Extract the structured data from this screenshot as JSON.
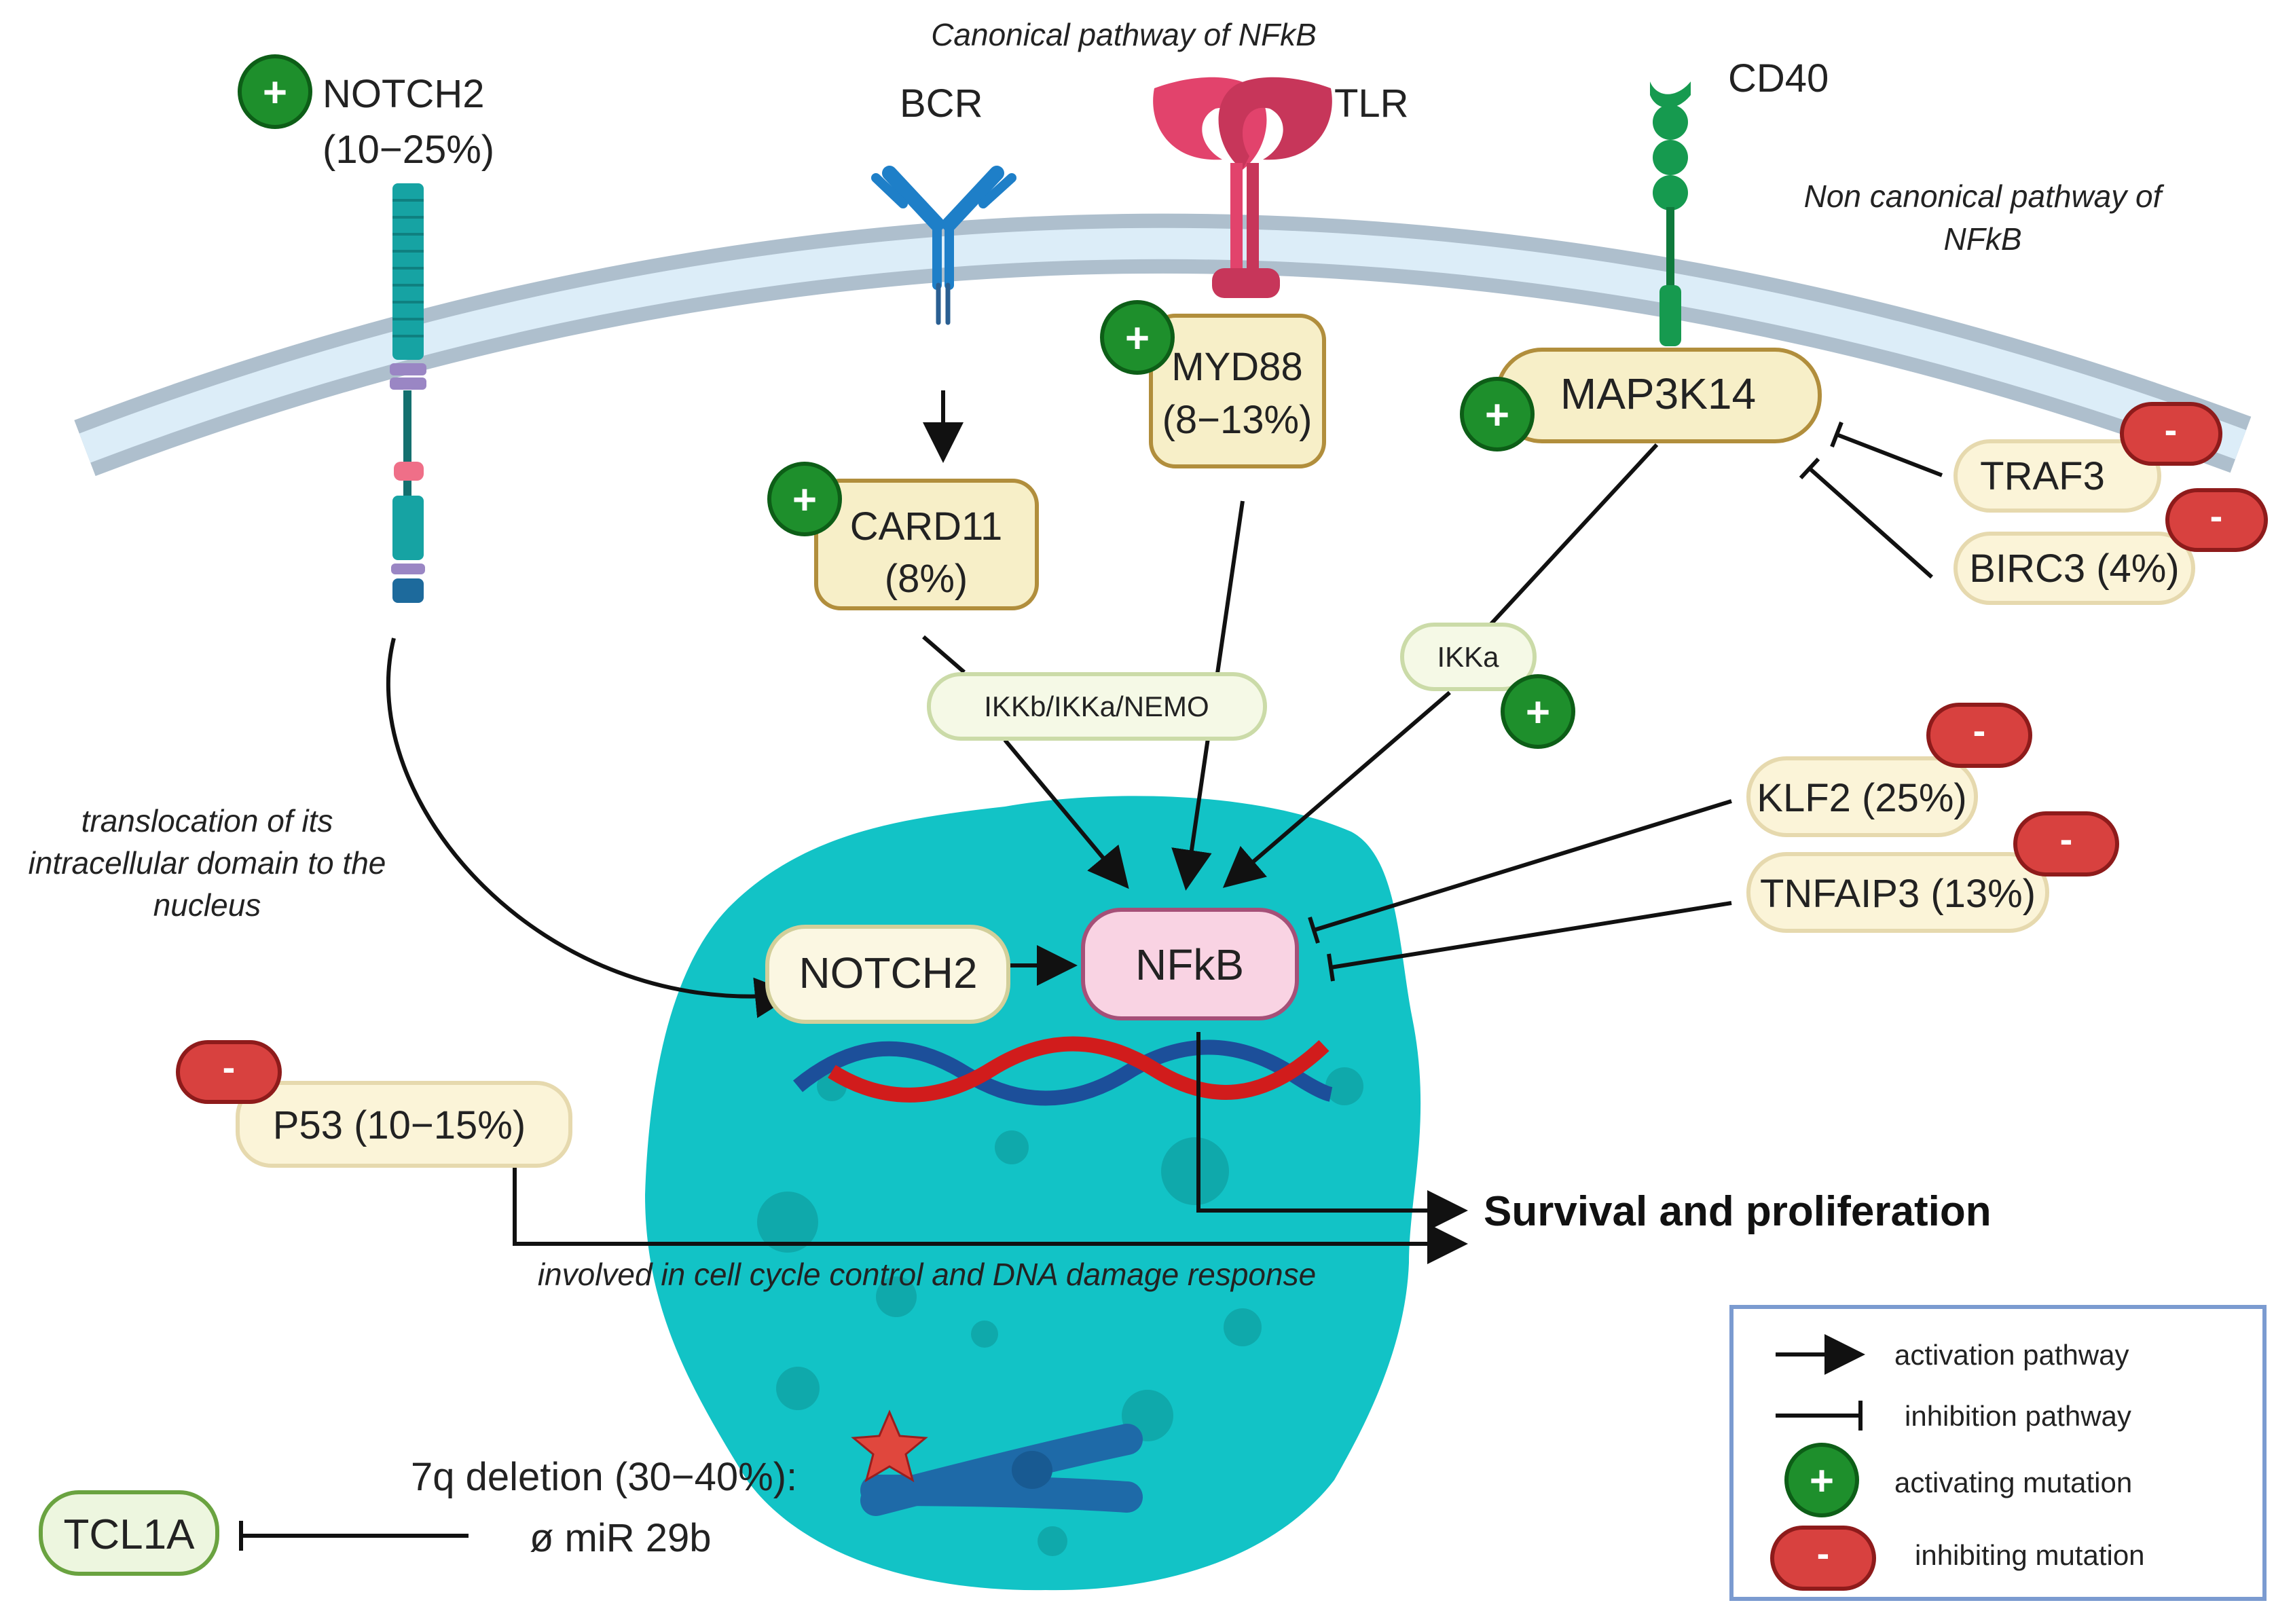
{
  "colors": {
    "activating": "#1e8f2c",
    "inhibiting": "#d8413f",
    "nucleus": "#12c3c6",
    "membrane": "#aebfcd",
    "box_fill": "#fbf4d8",
    "box_border": "#d8c79a",
    "legend_border": "#7b9bd0"
  },
  "annotations": {
    "canonical": "Canonical pathway of  NFkB",
    "noncanonical_line1": "Non canonical  pathway of",
    "noncanonical_line2": "NFkB",
    "translocation_line1": "translocation of its",
    "translocation_line2": "intracellular domain to the",
    "translocation_line3": "nucleus",
    "p53_role": "involved in  cell cycle control and DNA damage response",
    "outcome": "Survival and proliferation",
    "deletion_line1": "7q deletion (30−40%):",
    "deletion_line2": "ø miR 29b"
  },
  "receptors": {
    "notch2_line1": "NOTCH2",
    "notch2_line2": "(10−25%)",
    "bcr": "BCR",
    "tlr": "TLR",
    "cd40": "CD40"
  },
  "nodes": {
    "card11_line1": "CARD11",
    "card11_line2": "(8%)",
    "myd88_line1": "MYD88",
    "myd88_line2": "(8−13%)",
    "map3k14": "MAP3K14",
    "traf3": "TRAF3",
    "birc3": "BIRC3 (4%)",
    "ikk_complex": "IKKb/IKKa/NEMO",
    "ikka": "IKKa",
    "klf2": "KLF2 (25%)",
    "tnfaip3": "TNFAIP3 (13%)",
    "notch2_nuclear": "NOTCH2",
    "nfkb": "NFkB",
    "p53": "P53 (10−15%)",
    "tcl1a": "TCL1A"
  },
  "symbols": {
    "plus": "+",
    "minus": "-"
  },
  "legend": {
    "activation": "activation pathway",
    "inhibition": "inhibition pathway",
    "activating_mutation": "activating mutation",
    "inhibiting_mutation": "inhibiting mutation"
  }
}
